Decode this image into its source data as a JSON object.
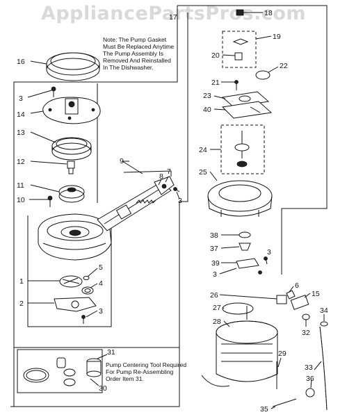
{
  "watermark": "AppliancePartsPros.com",
  "notes": {
    "pump_gasket": "Note: The Pump Gasket\nMust Be Replaced Anytime\nThe Pump Assembly Is\nRemoved And Reinstalled\nIn The Dishwasher.",
    "centering_tool": "Pump Centering Tool Required\nFor Pump Re-Assembling\nOrder Item 31."
  },
  "callouts": {
    "c17": "17",
    "c16": "16",
    "c3a": "3",
    "c14": "14",
    "c13": "13",
    "c12": "12",
    "c11": "11",
    "c10": "10",
    "c9": "9",
    "c8": "8",
    "c7": "7",
    "c3b": "3",
    "c5": "5",
    "c4": "4",
    "c1": "1",
    "c2": "2",
    "c3c": "3",
    "c31": "31",
    "c30": "30",
    "c18": "18",
    "c19": "19",
    "c20": "20",
    "c22": "22",
    "c21": "21",
    "c23": "23",
    "c40": "40",
    "c24": "24",
    "c25": "25",
    "c38": "38",
    "c37": "37",
    "c39": "39",
    "c3d": "3",
    "c3e": "3",
    "c26": "26",
    "c6": "6",
    "c15": "15",
    "c27": "27",
    "c28": "28",
    "c32": "32",
    "c34": "34",
    "c29": "29",
    "c33": "33",
    "c36": "36",
    "c35": "35"
  }
}
